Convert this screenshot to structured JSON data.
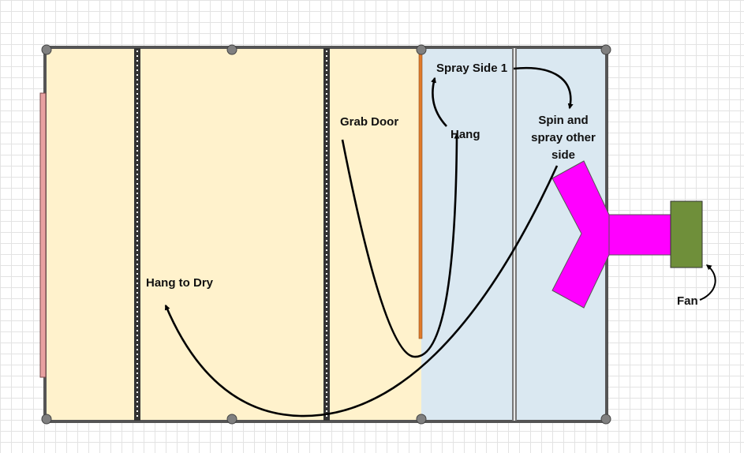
{
  "labels": {
    "hang_to_dry": "Hang to Dry",
    "grab_door": "Grab Door",
    "spray_side_1": "Spray Side 1",
    "hang": "Hang",
    "spin_line1": "Spin and",
    "spin_line2": "spray other",
    "spin_line3": "side",
    "fan": "Fan"
  },
  "colors": {
    "drying_area": "#fff2cc",
    "spray_booth": "#dae8f1",
    "door_strip": "#e8a1a1",
    "orange_rail": "#e07a2b",
    "duct": "#ff00ff",
    "fan": "#6f8f3a",
    "wall": "#555555",
    "arrow": "#000000"
  }
}
